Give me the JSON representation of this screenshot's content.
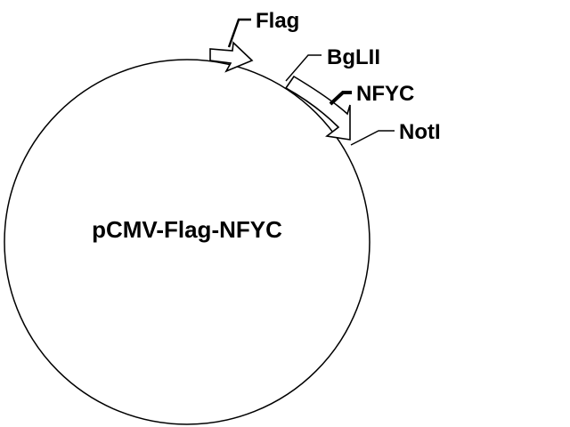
{
  "plasmid": {
    "name": "pCMV-Flag-NFYC"
  },
  "features": {
    "flag": "Flag",
    "bglii": "BgLII",
    "nfyc": "NFYC",
    "noti": "NotI"
  },
  "colors": {
    "line": "#000000",
    "background": "#ffffff"
  }
}
